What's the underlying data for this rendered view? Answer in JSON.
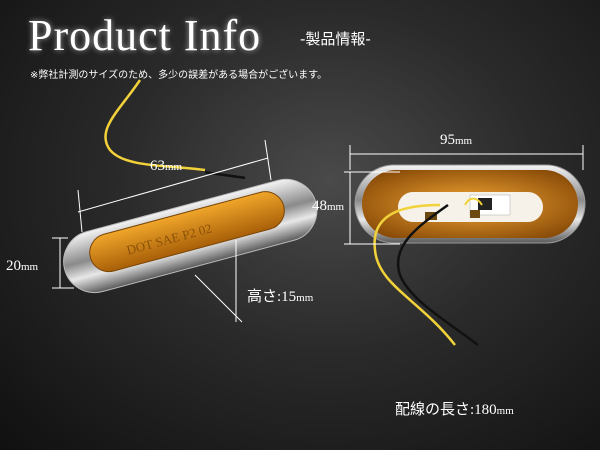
{
  "header": {
    "title": "Product Info",
    "subtitle": "-製品情報-",
    "note": "※弊社計測のサイズのため、多少の誤差がある場合がございます。"
  },
  "left_product": {
    "length_value": "63",
    "width_value": "20",
    "height_label": "高さ:",
    "height_value": "15",
    "lens_text": "DOT SAE P2 02"
  },
  "right_product": {
    "length_value": "95",
    "width_value": "48"
  },
  "cable": {
    "label": "配線の長さ:",
    "value": "180"
  },
  "unit": "mm",
  "colors": {
    "lens_amber": "#d98a16",
    "chrome": "#d8d8d8",
    "wire_yellow": "#f2d23a",
    "wire_black": "#111111"
  }
}
